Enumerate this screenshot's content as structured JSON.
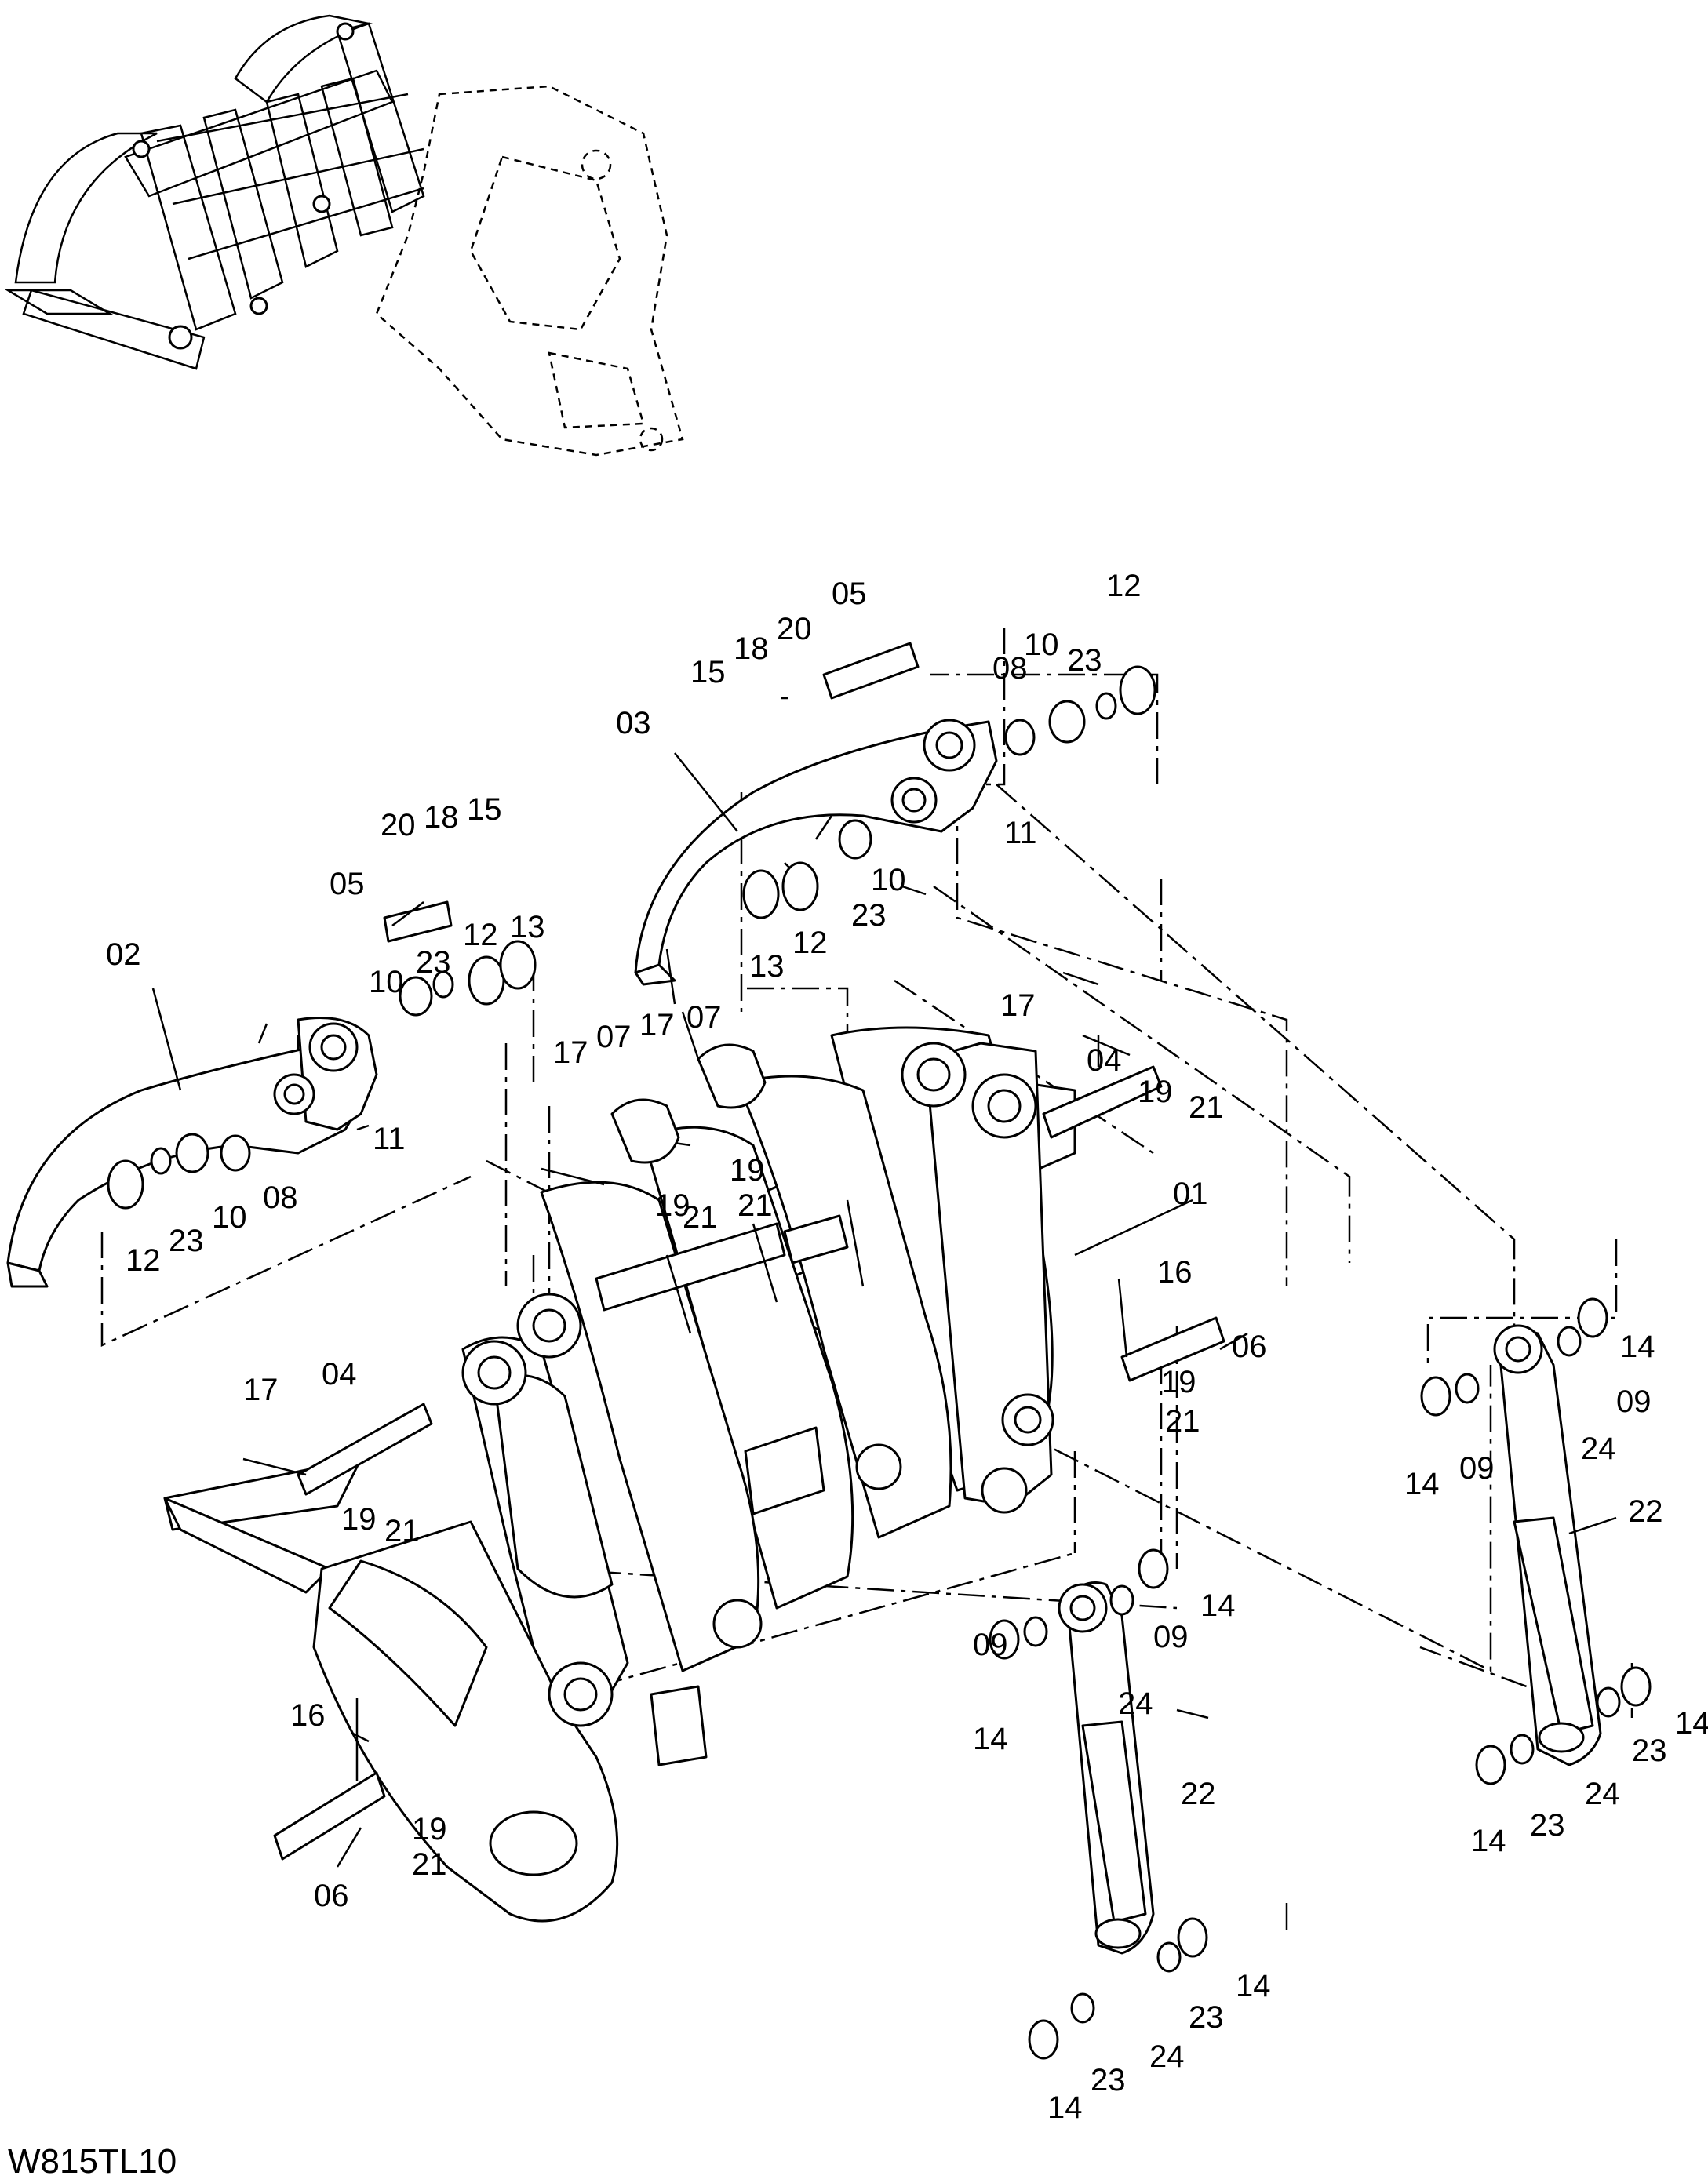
{
  "drawing_id": "W815TL10",
  "callouts": [
    "01",
    "02",
    "03",
    "04",
    "04",
    "05",
    "05",
    "06",
    "06",
    "07",
    "07",
    "08",
    "08",
    "09",
    "09",
    "09",
    "09",
    "10",
    "10",
    "10",
    "10",
    "11",
    "11",
    "12",
    "12",
    "12",
    "12",
    "13",
    "13",
    "14",
    "14",
    "14",
    "14",
    "14",
    "14",
    "14",
    "14",
    "15",
    "15",
    "16",
    "16",
    "17",
    "17",
    "17",
    "17",
    "18",
    "18",
    "19",
    "19",
    "19",
    "19",
    "19",
    "19",
    "20",
    "20",
    "21",
    "21",
    "21",
    "21",
    "21",
    "21",
    "22",
    "22",
    "23",
    "23",
    "23",
    "23",
    "23",
    "23",
    "23",
    "23",
    "24",
    "24",
    "24",
    "24"
  ]
}
